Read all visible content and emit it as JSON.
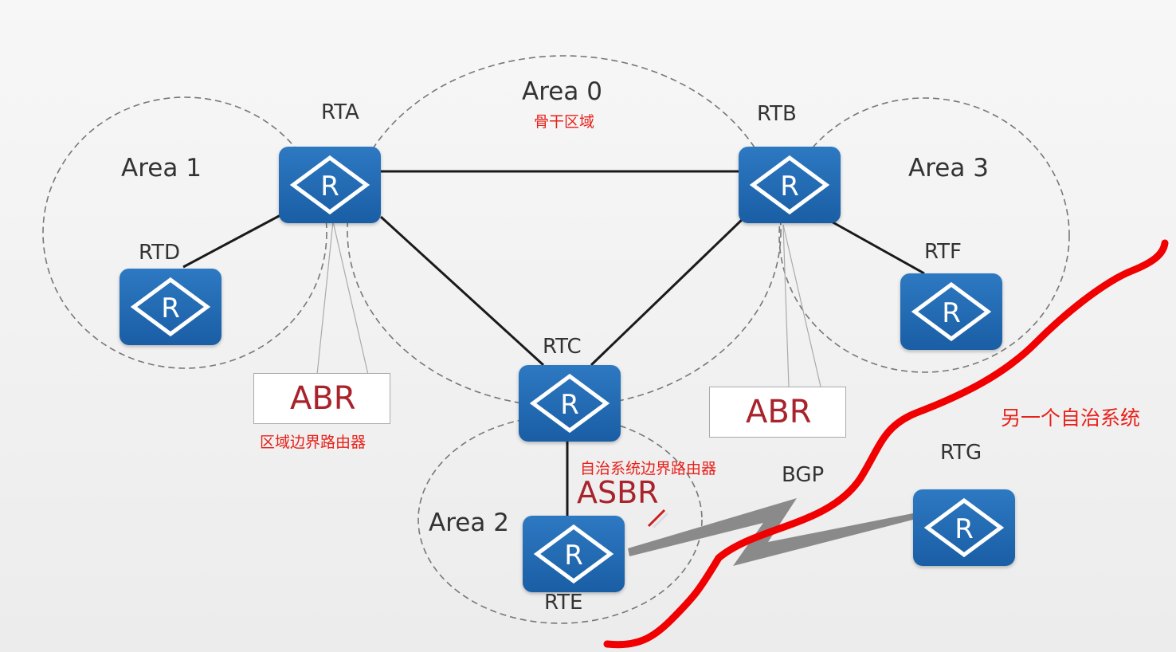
{
  "areas": {
    "area0": "Area 0",
    "area1": "Area 1",
    "area2": "Area 2",
    "area3": "Area 3"
  },
  "routers": {
    "rta": "RTA",
    "rtb": "RTB",
    "rtc": "RTC",
    "rtd": "RTD",
    "rte": "RTE",
    "rtf": "RTF",
    "rtg": "RTG",
    "router_glyph": "R"
  },
  "annotations": {
    "backbone": "骨干区域",
    "abr_left": "ABR",
    "abr_right": "ABR",
    "abr_desc": "区域边界路由器",
    "asbr_desc": "自治系统边界路由器",
    "asbr": "ASBR",
    "bgp": "BGP",
    "other_as": "另一个自治系统"
  },
  "colors": {
    "router_fill": "#1f64ad",
    "annotation_red": "#e8201a",
    "callout_text": "#a8232b",
    "link": "#1a1a1a",
    "bgp_bolt": "#8a8a8a"
  }
}
